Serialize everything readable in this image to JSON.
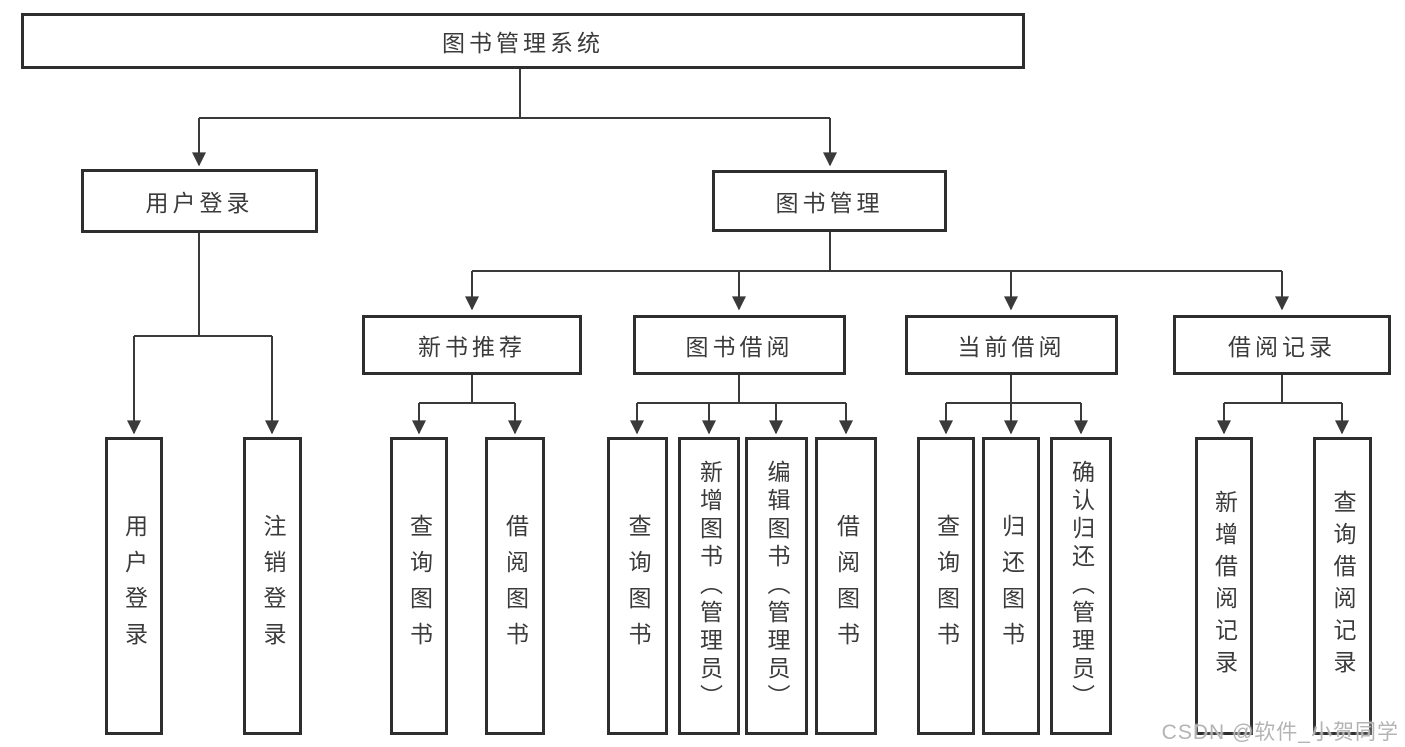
{
  "diagram": {
    "root": {
      "label": "图书管理系统",
      "children": [
        {
          "label": "用户登录",
          "children": [
            {
              "label": "用户登录"
            },
            {
              "label": "注销登录"
            }
          ]
        },
        {
          "label": "图书管理",
          "children": [
            {
              "label": "新书推荐",
              "children": [
                {
                  "label": "查询图书"
                },
                {
                  "label": "借阅图书"
                }
              ]
            },
            {
              "label": "图书借阅",
              "children": [
                {
                  "label": "查询图书"
                },
                {
                  "label": "新增图书（管理员）"
                },
                {
                  "label": "编辑图书（管理员）"
                },
                {
                  "label": "借阅图书"
                }
              ]
            },
            {
              "label": "当前借阅",
              "children": [
                {
                  "label": "查询图书"
                },
                {
                  "label": "归还图书"
                },
                {
                  "label": "确认归还（管理员）"
                }
              ]
            },
            {
              "label": "借阅记录",
              "children": [
                {
                  "label": "新增借阅记录"
                },
                {
                  "label": "查询借阅记录"
                }
              ]
            }
          ]
        }
      ]
    }
  },
  "watermark": {
    "text": "CSDN @软件_小贺同学"
  },
  "colors": {
    "line": "#3a3a3a",
    "border": "#2e2e2e",
    "text": "#3b3b3b",
    "watermark": "#b4b4b4",
    "background": "#ffffff"
  }
}
